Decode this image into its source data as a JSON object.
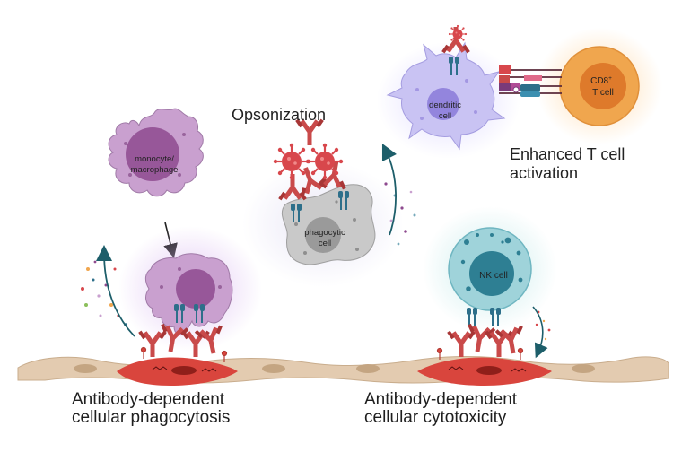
{
  "labels": {
    "monocyte": [
      "monocyte/",
      "macrophage"
    ],
    "phagocytic": [
      "phagocytic",
      "cell"
    ],
    "dendritic": [
      "dendritic",
      "cell"
    ],
    "cd8": [
      "CD8",
      "+",
      "T cell"
    ],
    "nk": "NK cell"
  },
  "captions": {
    "opsonization": "Opsonization",
    "tcell": [
      "Enhanced T cell",
      "activation"
    ],
    "adcp": [
      "Antibody-dependent",
      "cellular phagocytosis"
    ],
    "adcc": [
      "Antibody-dependent",
      "cellular cytotoxicity"
    ]
  },
  "colors": {
    "monocyte_fill": "#c9a0cf",
    "monocyte_nucleus": "#8e4a8f",
    "phagocytic_fill": "#c9c9c9",
    "dendritic_fill": "#c9c3f3",
    "dendritic_nucleus": "#8a7ad8",
    "tcell_fill": "#f0a64e",
    "tcell_nucleus": "#de7a2b",
    "nk_fill": "#9fd3da",
    "nk_nucleus": "#2e7f93",
    "antibody": "#c94a4a",
    "receptor": "#2d6f8a",
    "virus": "#d8474c",
    "tissue": "#e3cbb0",
    "tumor": "#d9453d",
    "arrow": "#1d5e6a"
  }
}
